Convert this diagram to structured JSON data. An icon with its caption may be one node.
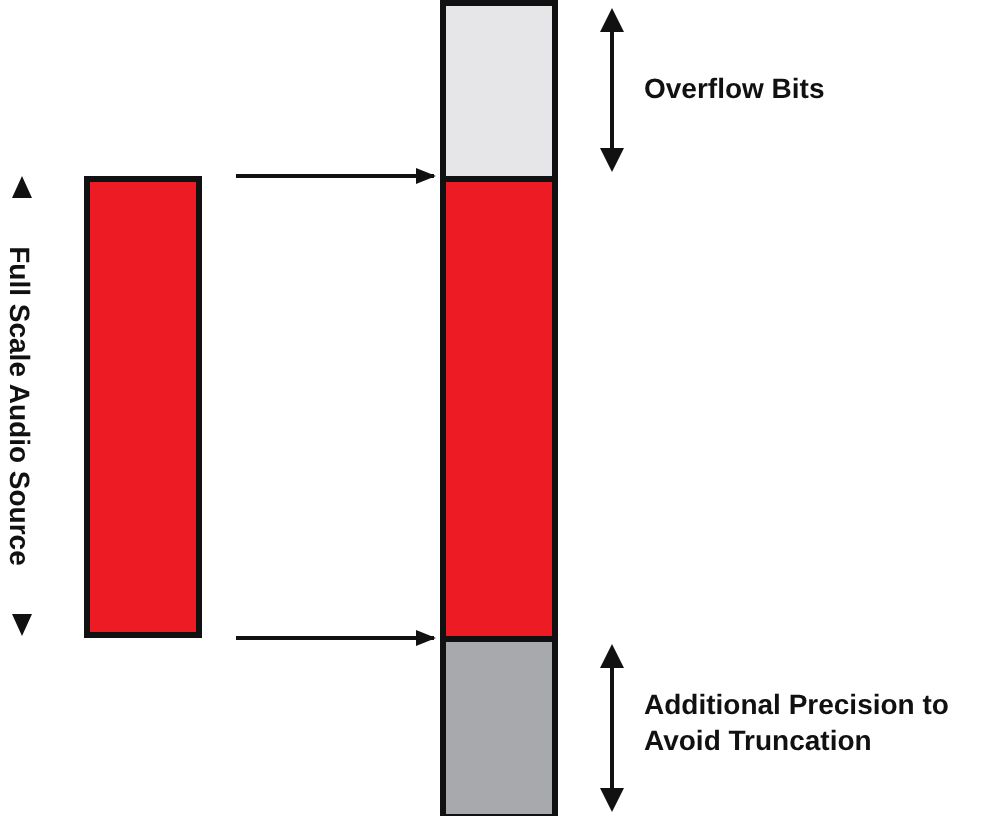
{
  "diagram": {
    "nodes": [
      {
        "text": [],
        "shape": "box",
        "beside": [
          "Full Scale Audio Source"
        ]
      },
      {
        "text": [],
        "shape": "box",
        "beside": [
          "Overflow Bits"
        ]
      },
      {
        "text": [],
        "shape": "box"
      },
      {
        "text": [],
        "shape": "box",
        "beside": [
          "Additional Precision to Avoid Truncation"
        ]
      }
    ],
    "edges": [
      {
        "from": 0,
        "to": 2,
        "arrow": "to"
      },
      {
        "from": 0,
        "to": 2,
        "arrow": "to"
      }
    ]
  }
}
